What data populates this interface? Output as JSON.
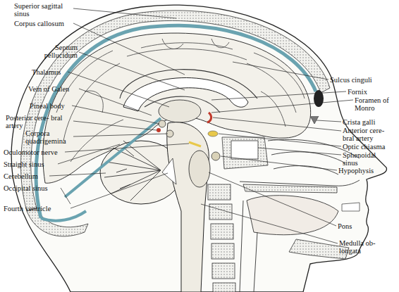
{
  "diagram": {
    "labels": [
      "Superior sagittal sinus",
      "Corpus callosum",
      "Septum pellucidum",
      "Thalamus",
      "Vein of Galen",
      "Pineal body",
      "Posterior cere- bral artery",
      "Corpora quadrigemina",
      "Oculomotor nerve",
      "Straight sinus",
      "Cerebellum",
      "Occipital sinus",
      "Fourth ventricle",
      "Sulcus cinguli",
      "Fornix",
      "Foramen of Monro",
      "Crista galli",
      "Anterior cere- bral artery",
      "Optic chiasma",
      "Sphenoidal sinus",
      "Hypophysis",
      "Pons",
      "Medulla ob- longata"
    ]
  }
}
